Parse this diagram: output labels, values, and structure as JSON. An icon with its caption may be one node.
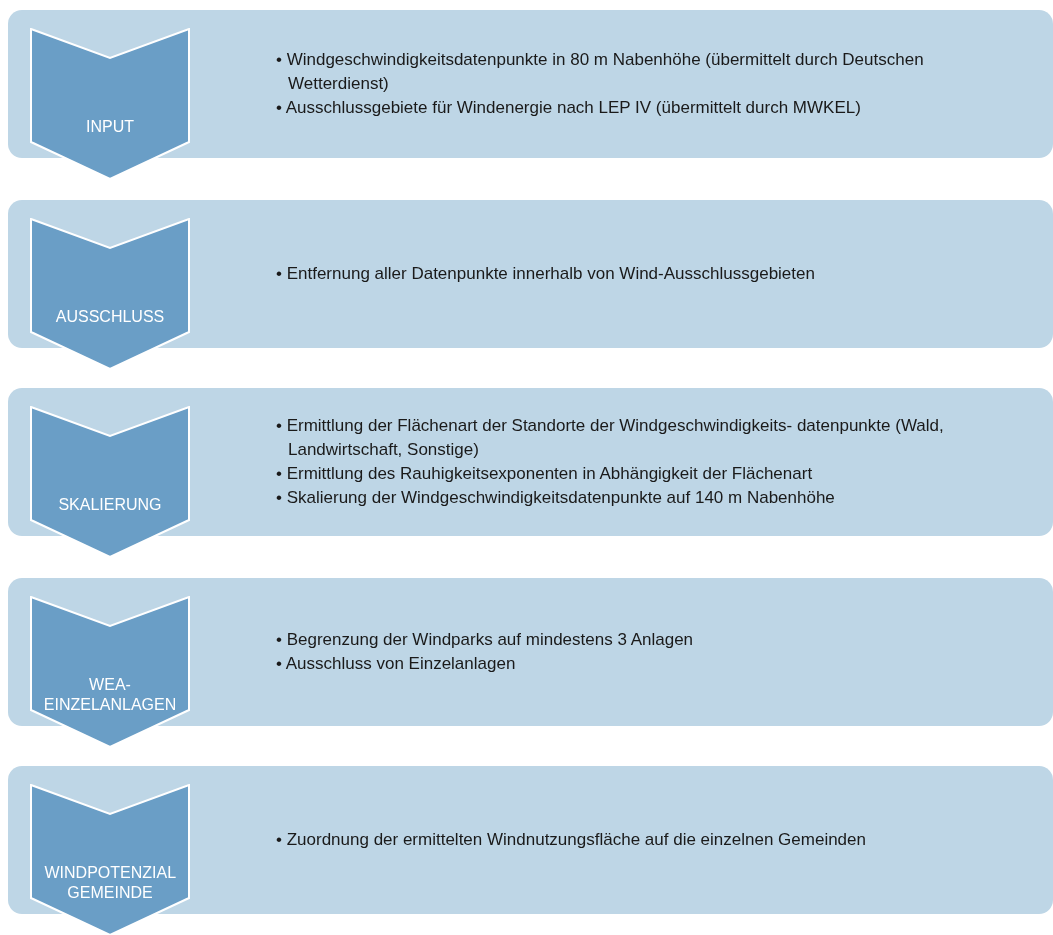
{
  "diagram": {
    "nodes": [
      {
        "text": [
          "INPUT"
        ]
      },
      {
        "text": [
          "• Windgeschwindigkeitsdatenpunkte in 80 m Nabenhöhe (übermittelt durch Deutschen Wetterdienst)",
          "• Ausschlussgebiete für Windenergie nach LEP IV (übermittelt durch MWKEL)"
        ]
      },
      {
        "text": [
          "AUSSCHLUSS"
        ]
      },
      {
        "text": [
          "• Entfernung aller Datenpunkte innerhalb von Wind-Ausschlussgebieten"
        ]
      },
      {
        "text": [
          "SKALIERUNG"
        ]
      },
      {
        "text": [
          "• Ermittlung der Flächenart der Standorte der Windgeschwindigkeits- datenpunkte (Wald, Landwirtschaft, Sonstige)",
          "• Ermittlung des Rauhigkeitsexponenten in Abhängigkeit der Flächenart",
          "• Skalierung der Windgeschwindigkeitsdatenpunkte auf 140 m Nabenhöhe"
        ]
      },
      {
        "text": [
          "WEA- EINZELANLAGEN"
        ]
      },
      {
        "text": [
          "• Begrenzung der Windparks auf mindestens 3 Anlagen",
          "• Ausschluss von Einzelanlagen"
        ]
      },
      {
        "text": [
          "WINDPOTENZIAL GEMEINDE"
        ]
      },
      {
        "text": [
          "• Zuordnung der ermittelten Windnutzungsfläche auf die einzelnen Gemeinden"
        ]
      }
    ]
  }
}
